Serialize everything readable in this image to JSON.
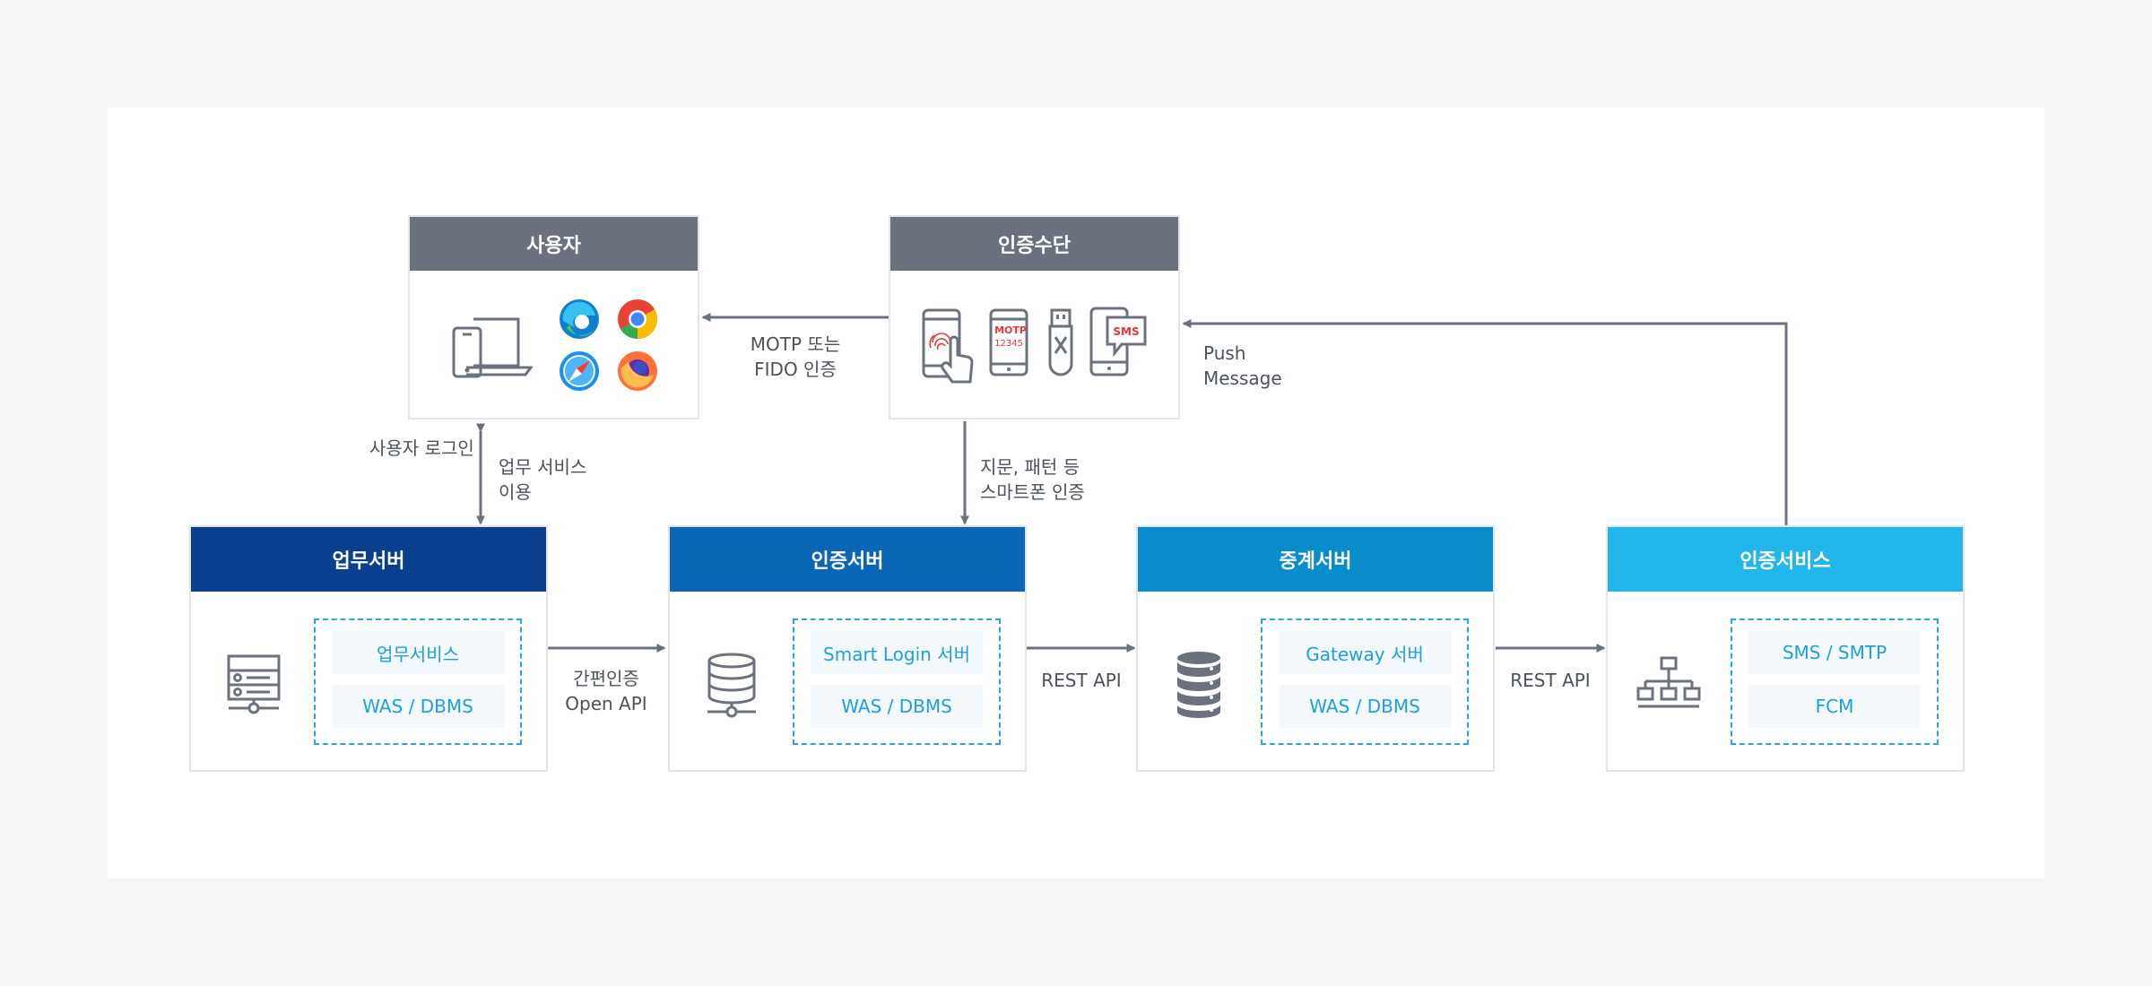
{
  "nodes": {
    "user": {
      "title": "사용자"
    },
    "auth_means": {
      "title": "인증수단",
      "motp_text": "MOTP",
      "motp_code": "12345",
      "sms_text": "SMS"
    },
    "work_server": {
      "title": "업무서버",
      "items": [
        "업무서비스",
        "WAS / DBMS"
      ]
    },
    "auth_server": {
      "title": "인증서버",
      "items": [
        "Smart Login 서버",
        "WAS / DBMS"
      ]
    },
    "relay_server": {
      "title": "중계서버",
      "items": [
        "Gateway 서버",
        "WAS / DBMS"
      ]
    },
    "auth_service": {
      "title": "인증서비스",
      "items": [
        "SMS / SMTP",
        "FCM"
      ]
    }
  },
  "edges": {
    "motp_fido": [
      "MOTP 또는",
      "FIDO 인증"
    ],
    "push": [
      "Push",
      "Message"
    ],
    "user_login": "사용자 로그인",
    "work_use": [
      "업무 서비스",
      "이용"
    ],
    "biometric": [
      "지문, 패턴 등",
      "스마트폰 인증"
    ],
    "simple_auth": [
      "간편인증",
      "Open API"
    ],
    "rest1": "REST API",
    "rest2": "REST API"
  },
  "colors": {
    "gray_header": "#6b727d",
    "navy": "#0a3f8d",
    "blue": "#0a67b8",
    "mid_blue": "#098ccc",
    "sky": "#22b6ea",
    "pill_text": "#1e9fe0",
    "arrow": "#6b727d",
    "accent_red": "#e8383d"
  },
  "icons": [
    "devices-icon",
    "edge-browser-icon",
    "chrome-browser-icon",
    "safari-browser-icon",
    "firefox-browser-icon",
    "fingerprint-phone-icon",
    "motp-phone-icon",
    "usb-key-icon",
    "sms-phone-icon",
    "server-icon",
    "database-icon",
    "database-stack-icon",
    "network-icon"
  ]
}
